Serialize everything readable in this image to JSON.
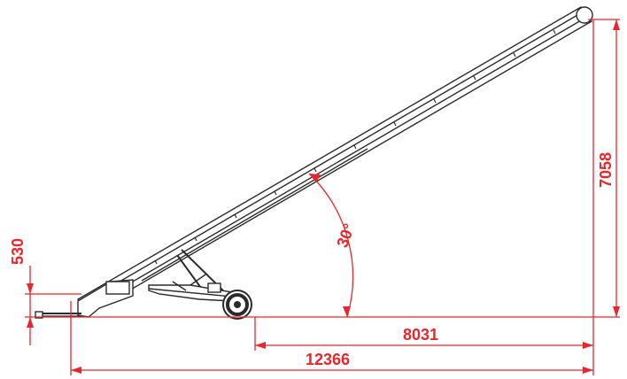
{
  "drawing": {
    "subject": "inclined belt conveyor side elevation",
    "colors": {
      "dimension": "#e8262b",
      "outline": "#2b2b2b",
      "background": "#ffffff"
    },
    "dimensions": {
      "total_length": "12366",
      "horizontal_reach": "8031",
      "max_height": "7058",
      "inlet_height": "530",
      "angle": "30°"
    }
  }
}
